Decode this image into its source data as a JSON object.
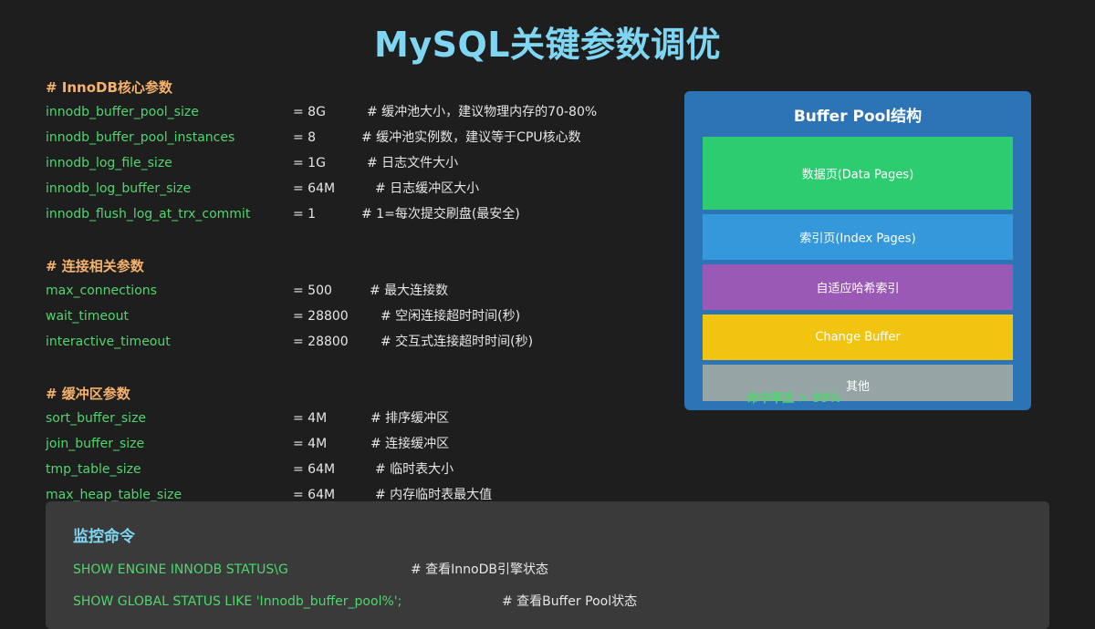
{
  "title": "MySQL关键参数调优",
  "sections": {
    "innodb": {
      "title": "# InnoDB核心参数",
      "params": [
        {
          "name": "innodb_buffer_pool_size",
          "value": "= 8G",
          "comment": "# 缓冲池大小，建议物理内存的70-80%"
        },
        {
          "name": "innodb_buffer_pool_instances",
          "value": "= 8",
          "comment": "# 缓冲池实例数，建议等于CPU核心数"
        },
        {
          "name": "innodb_log_file_size",
          "value": "= 1G",
          "comment": "# 日志文件大小"
        },
        {
          "name": "innodb_log_buffer_size",
          "value": "= 64M",
          "comment": "# 日志缓冲区大小"
        },
        {
          "name": "innodb_flush_log_at_trx_commit",
          "value": "= 1",
          "comment": "# 1=每次提交刷盘(最安全)"
        }
      ]
    },
    "connection": {
      "title": "# 连接相关参数",
      "params": [
        {
          "name": "max_connections",
          "value": "= 500",
          "comment": "# 最大连接数"
        },
        {
          "name": "wait_timeout",
          "value": "= 28800",
          "comment": "# 空闲连接超时时间(秒)"
        },
        {
          "name": "interactive_timeout",
          "value": "= 28800",
          "comment": "# 交互式连接超时时间(秒)"
        }
      ]
    },
    "buffer": {
      "title": "# 缓冲区参数",
      "params": [
        {
          "name": "sort_buffer_size",
          "value": "= 4M",
          "comment": "# 排序缓冲区"
        },
        {
          "name": "join_buffer_size",
          "value": "= 4M",
          "comment": "# 连接缓冲区"
        },
        {
          "name": "tmp_table_size",
          "value": "= 64M",
          "comment": "# 临时表大小"
        },
        {
          "name": "max_heap_table_size",
          "value": "= 64M",
          "comment": "# 内存临时表最大值"
        }
      ]
    }
  },
  "buffer_pool": {
    "title": "Buffer Pool结构",
    "blocks": [
      {
        "label": "数据页(Data Pages)",
        "color": "#2ecc71"
      },
      {
        "label": "索引页(Index Pages)",
        "color": "#3498db"
      },
      {
        "label": "自适应哈希索引",
        "color": "#9b59b6"
      },
      {
        "label": "Change Buffer",
        "color": "#f1c40f"
      },
      {
        "label": "其他",
        "color": "#95a5a6"
      }
    ],
    "hit_rate": "命中率应 > 99%"
  },
  "monitor": {
    "title": "监控命令",
    "commands": [
      {
        "command": "SHOW ENGINE INNODB STATUS\\G",
        "comment": "# 查看InnoDB引擎状态"
      },
      {
        "command": "SHOW GLOBAL STATUS LIKE 'Innodb_buffer_pool%';",
        "comment": "# 查看Buffer Pool状态"
      }
    ]
  }
}
